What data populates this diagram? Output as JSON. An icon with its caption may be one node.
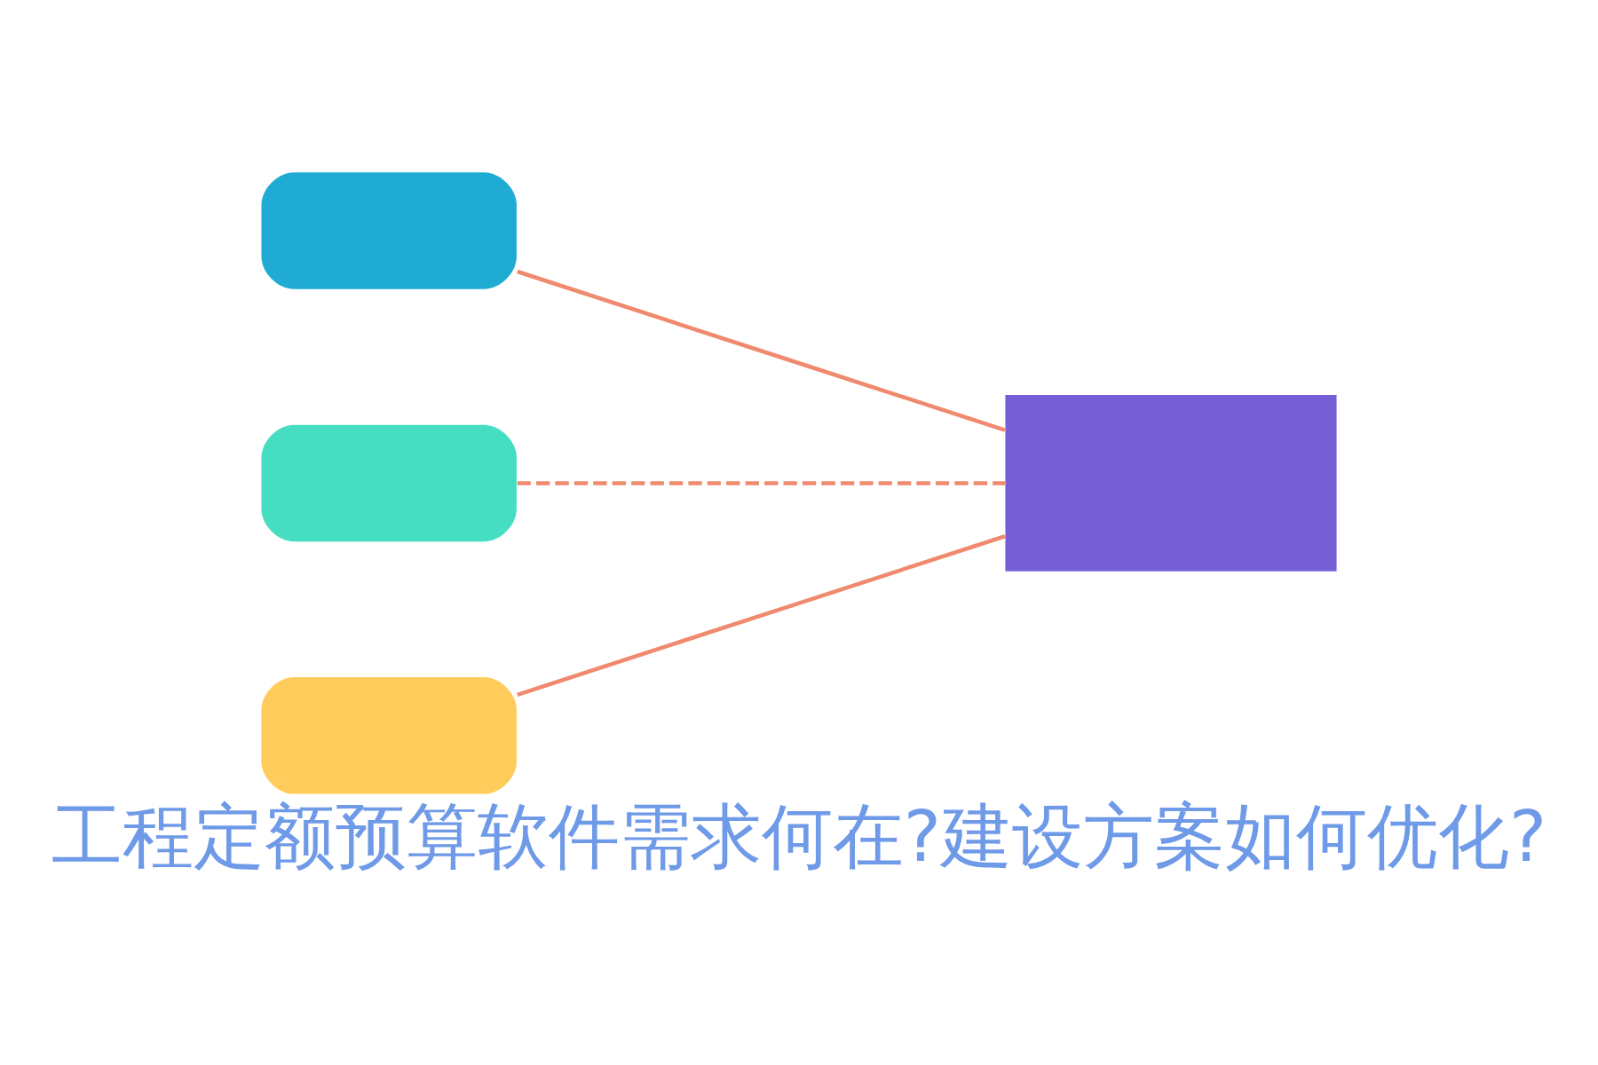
{
  "diagram": {
    "title": "工程定额预算软件需求何在?建设方案如何优化?",
    "nodes": [
      {
        "text": [],
        "shape": "box"
      },
      {
        "text": [],
        "shape": "box"
      },
      {
        "text": [],
        "shape": "box"
      },
      {
        "text": [],
        "shape": "box"
      }
    ],
    "edges": [
      {
        "from": 0,
        "to": 3,
        "arrow": "none",
        "color": "#f08a6e"
      },
      {
        "from": 1,
        "to": 3,
        "arrow": "none",
        "style": "dashed",
        "color": "#f08a6e"
      },
      {
        "from": 2,
        "to": 3,
        "arrow": "none",
        "color": "#f08a6e"
      }
    ]
  }
}
